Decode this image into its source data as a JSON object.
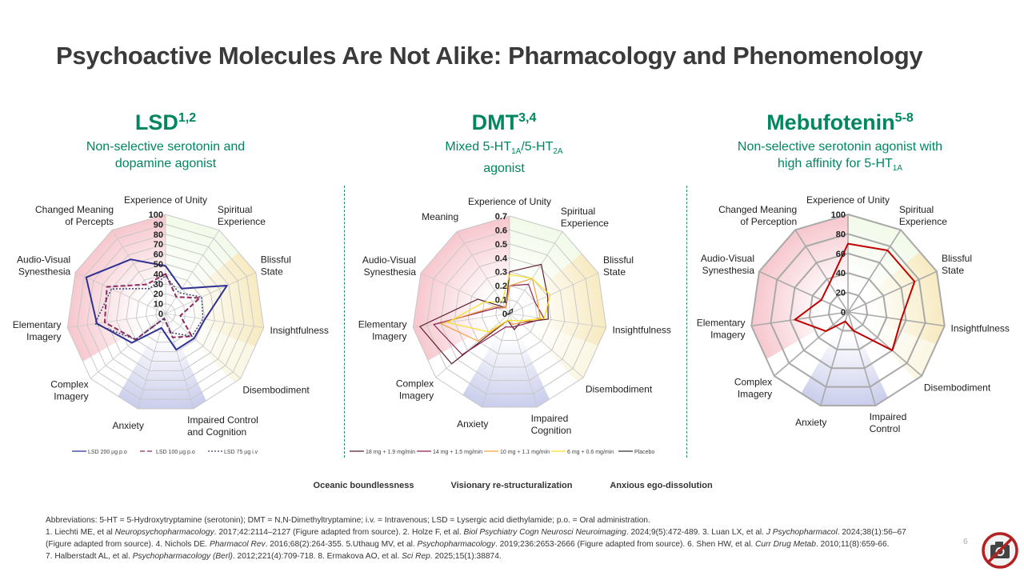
{
  "title": "Psychoactive Molecules Are Not Alike: Pharmacology and Phenomenology",
  "columns": [
    {
      "name": "LSD",
      "refs": "1,2",
      "subtitle_line1": "Non-selective serotonin and",
      "subtitle_line2": "dopamine agonist"
    },
    {
      "name": "DMT",
      "refs": "3,4",
      "subtitle_pre": "Mixed 5-HT",
      "sub1": "1A",
      "subtitle_mid": "/5-HT",
      "sub2": "2A",
      "subtitle_line2": "agonist"
    },
    {
      "name": "Mebufotenin",
      "refs": "5-8",
      "subtitle_line1": "Non-selective serotonin agonist with",
      "subtitle_pre2": "high affinity for 5-HT",
      "sub1": "1A"
    }
  ],
  "pills": [
    {
      "label": "Oceanic boundlessness",
      "color": "#f3e7b3"
    },
    {
      "label": "Visionary re-structuralization",
      "color": "#f4b9be"
    },
    {
      "label": "Anxious ego-dissolution",
      "color": "#bcc1e8"
    }
  ],
  "footnotes": {
    "abbrev": "Abbreviations: 5-HT = 5-Hydroxytryptamine (serotonin); DMT = N,N-Dimethyltryptamine; i.v. = Intravenous; LSD = Lysergic acid diethylamide; p.o. = Oral administration.",
    "r1a": "1. Liechti ME, et al ",
    "r1j": "Neuropsychopharmacology",
    "r1b": ". 2017;42:2114–2127 (Figure adapted from source). 2. Holze F, et al. ",
    "r2j": "Biol Psychiatry Cogn Neurosci Neuroimaging",
    "r2b": ". 2024;9(5):472-489. 3. Luan LX, et al. ",
    "r3j": "J Psychopharmacol",
    "r3b": ". 2024;38(1):56–67",
    "l3a": "(Figure adapted from source). 4. Nichols DE. ",
    "r4j": "Pharmacol Rev",
    "r4b": ". 2016;68(2):264-355. 5.Uthaug MV, et al. ",
    "r5j": "Psychopharmacology",
    "r5b": ". 2019;236:2653-2666 (Figure adapted from source). 6. Shen HW, et al. ",
    "r6j": "Curr Drug Metab",
    "r6b": ". 2010;11(8):659-66.",
    "l4a": "7. Halberstadt AL, et al. ",
    "r7j": "Psychopharmacology (Berl)",
    "r7b": ". 2012;221(4):709-718. 8. Ermakova AO, et al. ",
    "r8j": "Sci Rep",
    "r8b": ". 2025;15(1):38874."
  },
  "page_number": "6",
  "chart_data": [
    {
      "type": "radar",
      "title": "LSD",
      "axes": [
        [
          "Experience of Unity"
        ],
        [
          "Spiritual",
          "Experience"
        ],
        [
          "Blissful",
          "State"
        ],
        [
          "Insightfulness"
        ],
        [
          "Disembodiment"
        ],
        [
          "Impaired Control",
          "and Cognition"
        ],
        [
          "Anxiety"
        ],
        [
          "Complex",
          "Imagery"
        ],
        [
          "Elementary",
          "Imagery"
        ],
        [
          "Audio-Visual",
          "Synesthesia"
        ],
        [
          "Changed Meaning",
          "of Percepts"
        ]
      ],
      "range": [
        0,
        100
      ],
      "ticks": [
        "0",
        "10",
        "20",
        "30",
        "40",
        "50",
        "60",
        "70",
        "80",
        "90",
        "100"
      ],
      "legend": "bottom",
      "series": [
        {
          "name": "LSD 200 µg p.o",
          "color": "#2e3192",
          "dash": "",
          "width": 2,
          "values": [
            48,
            30,
            68,
            40,
            38,
            38,
            15,
            45,
            70,
            88,
            65
          ]
        },
        {
          "name": "LSD 100 µg p.o",
          "color": "#8e2a5e",
          "dash": "6,3",
          "width": 2,
          "values": [
            40,
            20,
            38,
            15,
            35,
            25,
            5,
            40,
            62,
            65,
            35
          ]
        },
        {
          "name": "LSD 75 µg i.v",
          "color": "#3d3f6e",
          "dash": "2,2",
          "width": 1.5,
          "values": [
            38,
            25,
            40,
            38,
            35,
            20,
            5,
            40,
            72,
            60,
            30
          ]
        }
      ]
    },
    {
      "type": "radar",
      "title": "DMT",
      "axes": [
        [
          "Experience of Unity"
        ],
        [
          "Spiritual",
          "Experience"
        ],
        [
          "Blissful",
          "State"
        ],
        [
          "Insightfulness"
        ],
        [
          "Disembodiment"
        ],
        [
          "Impaired",
          "Cognition"
        ],
        [
          "Anxiety"
        ],
        [
          "Complex",
          "Imagery"
        ],
        [
          "Elementary",
          "Imagery"
        ],
        [
          "Audio-Visual",
          "Synesthesia"
        ],
        [
          "Meaning"
        ]
      ],
      "range": [
        0,
        0.7
      ],
      "ticks": [
        "0",
        "0.1",
        "0.2",
        "0.3",
        "0.4",
        "0.5",
        "0.6",
        "0.7"
      ],
      "legend": "bottom",
      "series": [
        {
          "name": "18 mg + 1.9 mg/min",
          "color": "#5b1f2e",
          "dash": "",
          "width": 1.2,
          "values": [
            0.3,
            0.42,
            0.3,
            0.28,
            0.1,
            0.12,
            0.05,
            0.55,
            0.65,
            0.25,
            0.05
          ]
        },
        {
          "name": "14 mg + 1.5 mg/min",
          "color": "#8b2252",
          "dash": "",
          "width": 1.2,
          "values": [
            0.2,
            0.25,
            0.2,
            0.25,
            0.12,
            0.1,
            0.1,
            0.45,
            0.55,
            0.1,
            0.05
          ]
        },
        {
          "name": "10 mg + 1.1 mg/min",
          "color": "#f0a040",
          "dash": "",
          "width": 1.2,
          "values": [
            0.2,
            0.3,
            0.22,
            0.22,
            0.1,
            0.08,
            0.05,
            0.3,
            0.5,
            0.12,
            0.05
          ]
        },
        {
          "name": "6 mg + 0.6 mg/min",
          "color": "#f5e020",
          "dash": "",
          "width": 1.2,
          "values": [
            0.28,
            0.3,
            0.32,
            0.25,
            0.08,
            0.05,
            0.05,
            0.2,
            0.45,
            0.2,
            0.1
          ]
        },
        {
          "name": "Placebo",
          "color": "#333333",
          "dash": "",
          "width": 1.2,
          "values": [
            0.02,
            0.04,
            0.02,
            0,
            0,
            0,
            0,
            0.01,
            0.02,
            0,
            0
          ]
        }
      ]
    },
    {
      "type": "radar",
      "title": "Mebufotenin",
      "axes": [
        [
          "Experience of Unity"
        ],
        [
          "Spiritual",
          "Experience"
        ],
        [
          "Blissful",
          "State"
        ],
        [
          "Insightfulness"
        ],
        [
          "Disembodiment"
        ],
        [
          "Impaired",
          "Control"
        ],
        [
          "Anxiety"
        ],
        [
          "Complex",
          "Imagery"
        ],
        [
          "Elementary",
          "Imagery"
        ],
        [
          "Audio-Visual",
          "Synesthesia"
        ],
        [
          "Changed Meaning",
          "of Perception"
        ]
      ],
      "range": [
        0,
        100
      ],
      "ticks": [
        "0",
        "20",
        "40",
        "60",
        "80",
        "100"
      ],
      "legend": "none",
      "series": [
        {
          "name": "Mebufotenin",
          "color": "#c00000",
          "dash": "",
          "width": 2,
          "values": [
            70,
            75,
            75,
            55,
            60,
            20,
            10,
            30,
            55,
            30,
            35
          ]
        }
      ]
    }
  ]
}
